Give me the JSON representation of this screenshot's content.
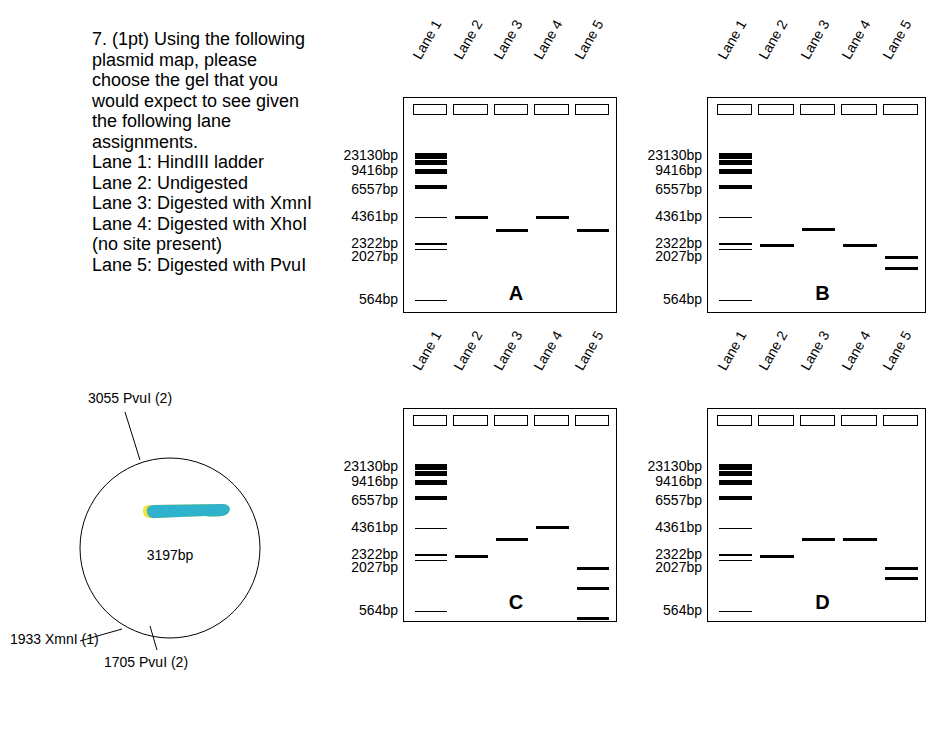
{
  "diagram": {
    "nodes": [
      {
        "text": [
          "A"
        ]
      },
      {
        "text": [
          "B"
        ]
      },
      {
        "text": [
          "C"
        ]
      },
      {
        "text": [
          "D"
        ]
      },
      {
        "text": [
          "3197bp"
        ]
      }
    ],
    "labels": [
      "7. (1pt) Using the following plasmid map, please choose the gel that you would expect to see given the following lane assignments.",
      "Lane 1: HindIII ladder",
      "Lane 2: Undigested",
      "Lane 3: Digested with XmnI",
      "Lane 4: Digested with XhoI (no site present)",
      "Lane 5: Digested with PvuI",
      "Lane 1",
      "Lane 2",
      "Lane 3",
      "Lane 4",
      "Lane 5",
      "23130bp",
      "9416bp",
      "6557bp",
      "4361bp",
      "2322bp",
      "2027bp",
      "564bp",
      "Lane 1",
      "Lane 2",
      "Lane 3",
      "Lane 4",
      "Lane 5",
      "23130bp",
      "9416bp",
      "6557bp",
      "4361bp",
      "2322bp",
      "2027bp",
      "564bp",
      "Lane 1",
      "Lane 2",
      "Lane 3",
      "Lane 4",
      "Lane 5",
      "23130bp",
      "9416bp",
      "6557bp",
      "4361bp",
      "2322bp",
      "2027bp",
      "564bp",
      "Lane 1",
      "Lane 2",
      "Lane 3",
      "Lane 4",
      "Lane 5",
      "23130bp",
      "9416bp",
      "6557bp",
      "4361bp",
      "2322bp",
      "2027bp",
      "564bp",
      "3055 PvuI (2)",
      "1933 XmnI (1)",
      "1705 PvuI (2)"
    ]
  }
}
